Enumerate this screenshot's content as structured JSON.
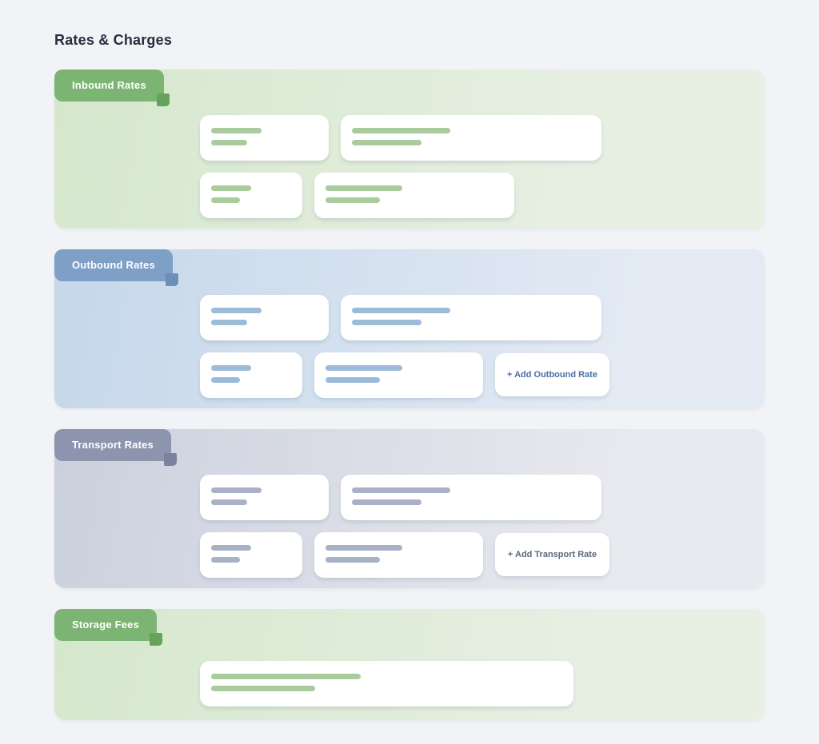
{
  "page": {
    "title": "Rates & Charges"
  },
  "colors": {
    "page_bg": "#f1f3f6",
    "title_text": "#252f3e",
    "green_tab": "#7cb473",
    "green_tab_notch": "#67a15e",
    "green_section_gradient": [
      "#d5e7cd",
      "#e8f0e4"
    ],
    "green_skeleton_bar": "#a9cb9e",
    "blue_tab": "#7e9fc6",
    "blue_tab_notch": "#6b8fba",
    "blue_section_gradient": [
      "#c5d7ea",
      "#e3eaf4"
    ],
    "blue_skeleton_bar": "#9cbbd9",
    "gray_tab": "#8d95ae",
    "gray_tab_notch": "#7b849e",
    "gray_section_gradient": [
      "#cbd0de",
      "#e9eaef"
    ],
    "gray_skeleton_bar": "#a9b1c7",
    "card_bg": "#ffffff",
    "add_outbound_text": "#4a6fa5",
    "add_transport_text": "#5d6780"
  },
  "sections": {
    "inbound": {
      "tab_label": "Inbound Rates"
    },
    "outbound": {
      "tab_label": "Outbound Rates",
      "add_button_label": "+ Add Outbound Rate"
    },
    "transport": {
      "tab_label": "Transport Rates",
      "add_button_label": "+ Add Transport Rate"
    },
    "storage": {
      "tab_label": "Storage Fees"
    }
  }
}
